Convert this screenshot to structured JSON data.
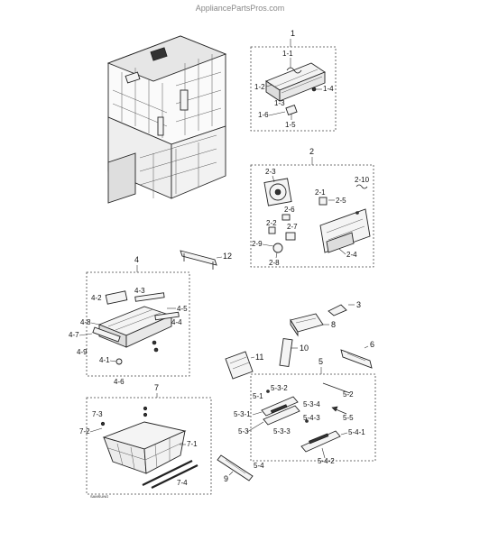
{
  "watermark": "AppliancePartsPros.com",
  "footer_code": "SAMSUNG",
  "callouts": {
    "c1": "1",
    "c1_1": "1-1",
    "c1_2": "1-2",
    "c1_3": "1-3",
    "c1_4": "1-4",
    "c1_5": "1-5",
    "c1_6": "1-6",
    "c2": "2",
    "c2_1": "2-1",
    "c2_2": "2-2",
    "c2_3": "2-3",
    "c2_4": "2-4",
    "c2_5": "2-5",
    "c2_6": "2-6",
    "c2_7": "2-7",
    "c2_8": "2-8",
    "c2_9": "2-9",
    "c2_10": "2-10",
    "c3": "3",
    "c4": "4",
    "c4_1": "4-1",
    "c4_2": "4-2",
    "c4_3": "4-3",
    "c4_4": "4-4",
    "c4_5": "4-5",
    "c4_6": "4-6",
    "c4_7": "4-7",
    "c4_8": "4-8",
    "c4_9": "4-9",
    "c5": "5",
    "c5_1": "5-1",
    "c5_2": "5-2",
    "c5_3": "5-3",
    "c5_3_1": "5-3-1",
    "c5_3_2": "5-3-2",
    "c5_3_3": "5-3-3",
    "c5_3_4": "5-3-4",
    "c5_4": "5-4",
    "c5_4_1": "5-4-1",
    "c5_4_2": "5-4-2",
    "c5_4_3": "5-4-3",
    "c5_5": "5-5",
    "c6": "6",
    "c7": "7",
    "c7_1": "7-1",
    "c7_2": "7-2",
    "c7_3": "7-3",
    "c7_4": "7-4",
    "c8": "8",
    "c9": "9",
    "c10": "10",
    "c11": "11",
    "c12": "12"
  }
}
